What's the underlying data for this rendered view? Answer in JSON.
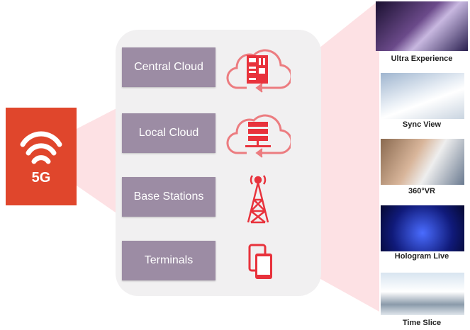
{
  "badge": {
    "label": "5G",
    "color": "#e0462c"
  },
  "layers": [
    {
      "label": "Central Cloud",
      "icon": "cloud-server-rack-icon"
    },
    {
      "label": "Local Cloud",
      "icon": "cloud-server-stack-icon"
    },
    {
      "label": "Base Stations",
      "icon": "antenna-tower-icon"
    },
    {
      "label": "Terminals",
      "icon": "mobile-devices-icon"
    }
  ],
  "use_cases": [
    {
      "label": "Ultra Experience"
    },
    {
      "label": "Sync View"
    },
    {
      "label": "360°VR"
    },
    {
      "label": "Hologram Live"
    },
    {
      "label": "Time Slice"
    }
  ],
  "colors": {
    "layer": "#9c8ca4",
    "accent": "#e8323c",
    "funnel": "#fde1e4"
  }
}
